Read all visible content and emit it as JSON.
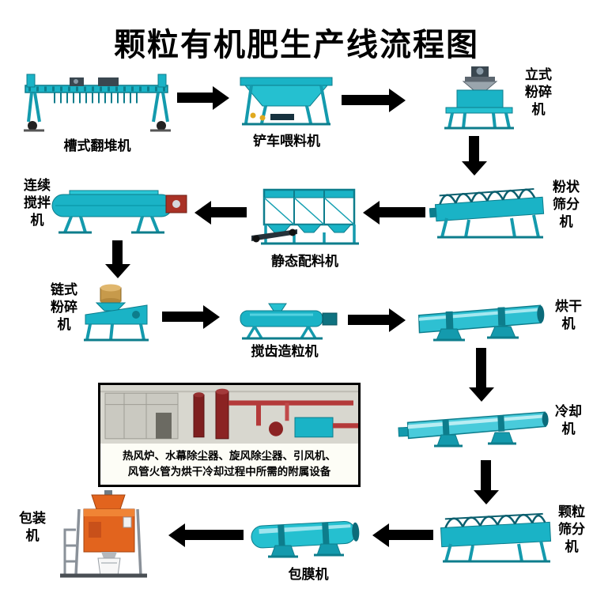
{
  "title": "颗粒有机肥生产线流程图",
  "nodes": {
    "compost_turner": {
      "label": "槽式翻堆机"
    },
    "loader_feeder": {
      "label": "铲车喂料机"
    },
    "vertical_crusher": {
      "label": "立式粉碎机"
    },
    "powder_screener": {
      "label": "粉状筛分机"
    },
    "static_batcher": {
      "label": "静态配料机"
    },
    "continuous_mixer": {
      "label": "连续搅拌机"
    },
    "chain_crusher": {
      "label": "链式粉碎机"
    },
    "tooth_granulator": {
      "label": "搅齿造粒机"
    },
    "dryer": {
      "label": "烘干机"
    },
    "cooler": {
      "label": "冷却机"
    },
    "granule_screener": {
      "label": "颗粒筛分机"
    },
    "coating_machine": {
      "label": "包膜机"
    },
    "packing_machine": {
      "label": "包装机"
    }
  },
  "note": {
    "line1": "热风炉、水幕除尘器、旋风除尘器、引风机、",
    "line2": "风管火管为烘干冷却过程中所需的附属设备"
  },
  "colors": {
    "machine_teal": "#1ab3c6",
    "arrow": "#000000",
    "packer_orange": "#e2641e"
  }
}
